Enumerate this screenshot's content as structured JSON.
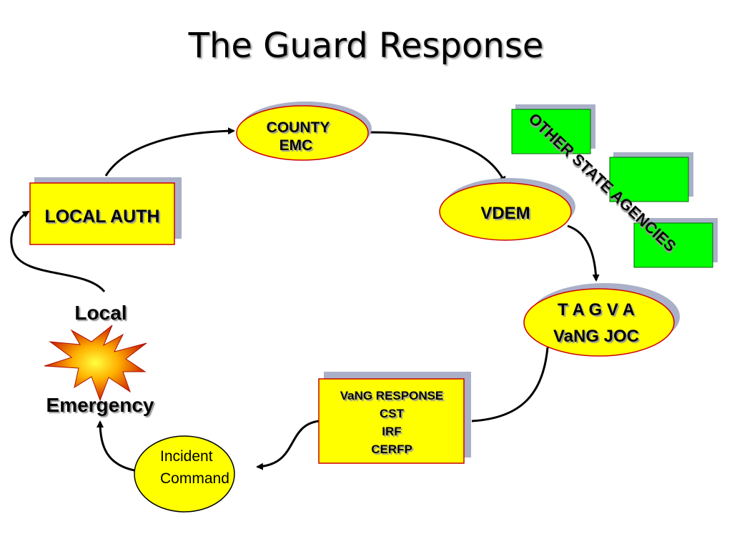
{
  "title": "The Guard Response",
  "nodes": {
    "county_emc": [
      "COUNTY",
      "EMC"
    ],
    "vdem": "VDEM",
    "local_auth": "LOCAL AUTH",
    "tagva": [
      "T A G V A",
      "VaNG JOC"
    ],
    "vang_response": [
      "VaNG RESPONSE",
      "CST",
      "IRF",
      "CERFP"
    ],
    "incident_command": [
      "Incident",
      "Command"
    ],
    "local": "Local",
    "emergency": "Emergency",
    "other_state_agencies": "OTHER STATE AGENCIES"
  },
  "colors": {
    "yellow": "#ffff00",
    "green": "#00ff00",
    "red_border": "#cc0000",
    "shadow": "#aab0c8"
  }
}
